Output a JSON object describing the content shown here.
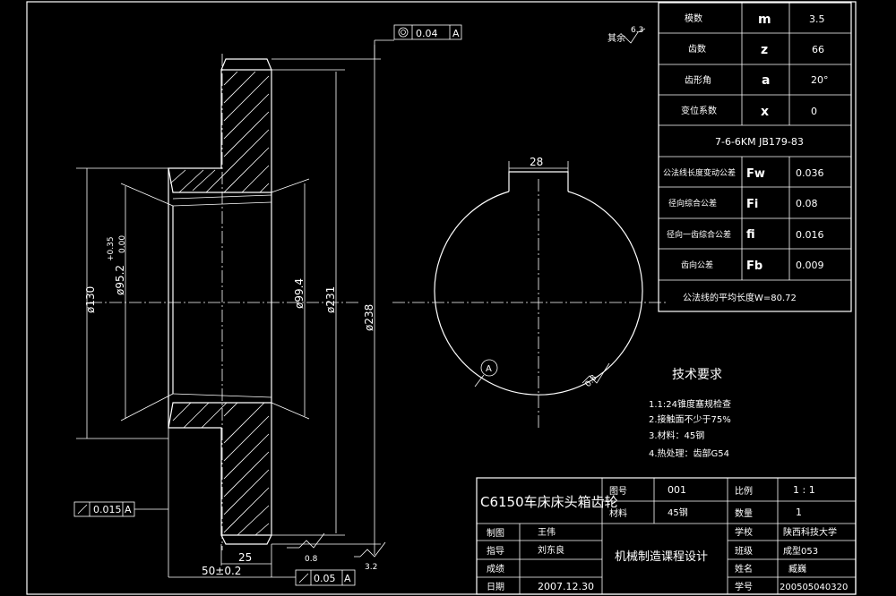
{
  "gear_params": [
    {
      "label": "模数",
      "symbol": "m",
      "value": "3.5"
    },
    {
      "label": "齿数",
      "symbol": "z",
      "value": "66"
    },
    {
      "label": "齿形角",
      "symbol": "a",
      "value": "20°"
    },
    {
      "label": "变位系数",
      "symbol": "x",
      "value": "0"
    }
  ],
  "precision_grade": "7-6-6KM    JB179-83",
  "tolerances": [
    {
      "label": "公法线长度变动公差",
      "symbol": "Fw",
      "value": "0.036"
    },
    {
      "label": "径向综合公差",
      "symbol": "Fi",
      "value": "0.08"
    },
    {
      "label": "径向一齿综合公差",
      "symbol": "fi",
      "value": "0.016"
    },
    {
      "label": "齿向公差",
      "symbol": "Fb",
      "value": "0.009"
    }
  ],
  "mean_length": "公法线的平均长度W=80.72",
  "rest_label": "其余",
  "rest_roughness": "6.3",
  "tech_title": "技术要求",
  "tech_items": [
    "1.1:24锥度塞规检查",
    "2.接触面不少于75%",
    "3.材料：45钢",
    "4.热处理：齿部G54"
  ],
  "dims": {
    "top_tol": "0.04",
    "top_datum": "A",
    "d238": "ø238",
    "d231": "ø231",
    "d99": "ø99.4",
    "d95": "ø95.2",
    "d95_upper": "+0.35",
    "d95_lower": "0.00",
    "d130": "ø130",
    "w25": "25",
    "w50": "50±0.2",
    "left_tol": "0.015",
    "left_datum": "A",
    "bottom_tol": "0.05",
    "bottom_datum": "A",
    "r08": "0.8",
    "r32": "3.2",
    "keyway": "28",
    "circle_label": "A",
    "r08b": "0.8"
  },
  "title_block": {
    "part_name": "C6150车床床头箱齿轮",
    "drawing_no_label": "图号",
    "drawing_no": "001",
    "scale_label": "比例",
    "scale": "1 : 1",
    "material_label": "材料",
    "material": "45钢",
    "qty_label": "数量",
    "qty": "1",
    "draw_label": "制图",
    "draw_name": "王伟",
    "guide_label": "指导",
    "guide_name": "刘东良",
    "score_label": "成绩",
    "date_label": "日期",
    "date": "2007.12.30",
    "course": "机械制造课程设计",
    "school_label": "学校",
    "school": "陕西科技大学",
    "class_label": "班级",
    "class": "成型053",
    "name_label": "姓名",
    "student": "臧巍",
    "id_label": "学号",
    "student_id": "200505040320"
  }
}
